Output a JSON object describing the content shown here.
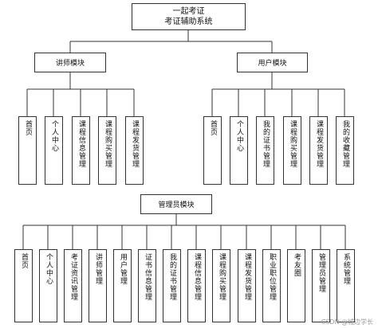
{
  "root": {
    "line1": "一起考证",
    "line2": "考证辅助系统"
  },
  "modules": {
    "teacher": {
      "title": "讲师模块",
      "items": [
        "首页",
        "个人中心",
        "课程信息管理",
        "课程购买管理",
        "课程发货管理"
      ]
    },
    "user": {
      "title": "用户模块",
      "items": [
        "首页",
        "个人中心",
        "我的证书管理",
        "课程购买管理",
        "课程发货管理",
        "我的收藏管理"
      ]
    },
    "admin": {
      "title": "管理员模块",
      "items": [
        "首页",
        "个人中心",
        "考证资讯管理",
        "讲师管理",
        "用户管理",
        "证书信息管理",
        "我的证书管理",
        "课程信息管理",
        "课程购买管理",
        "课程发货管理",
        "职业职位管理",
        "考友圈",
        "管理员管理",
        "系统管理"
      ]
    }
  },
  "watermark": "CSDN @城边学长"
}
